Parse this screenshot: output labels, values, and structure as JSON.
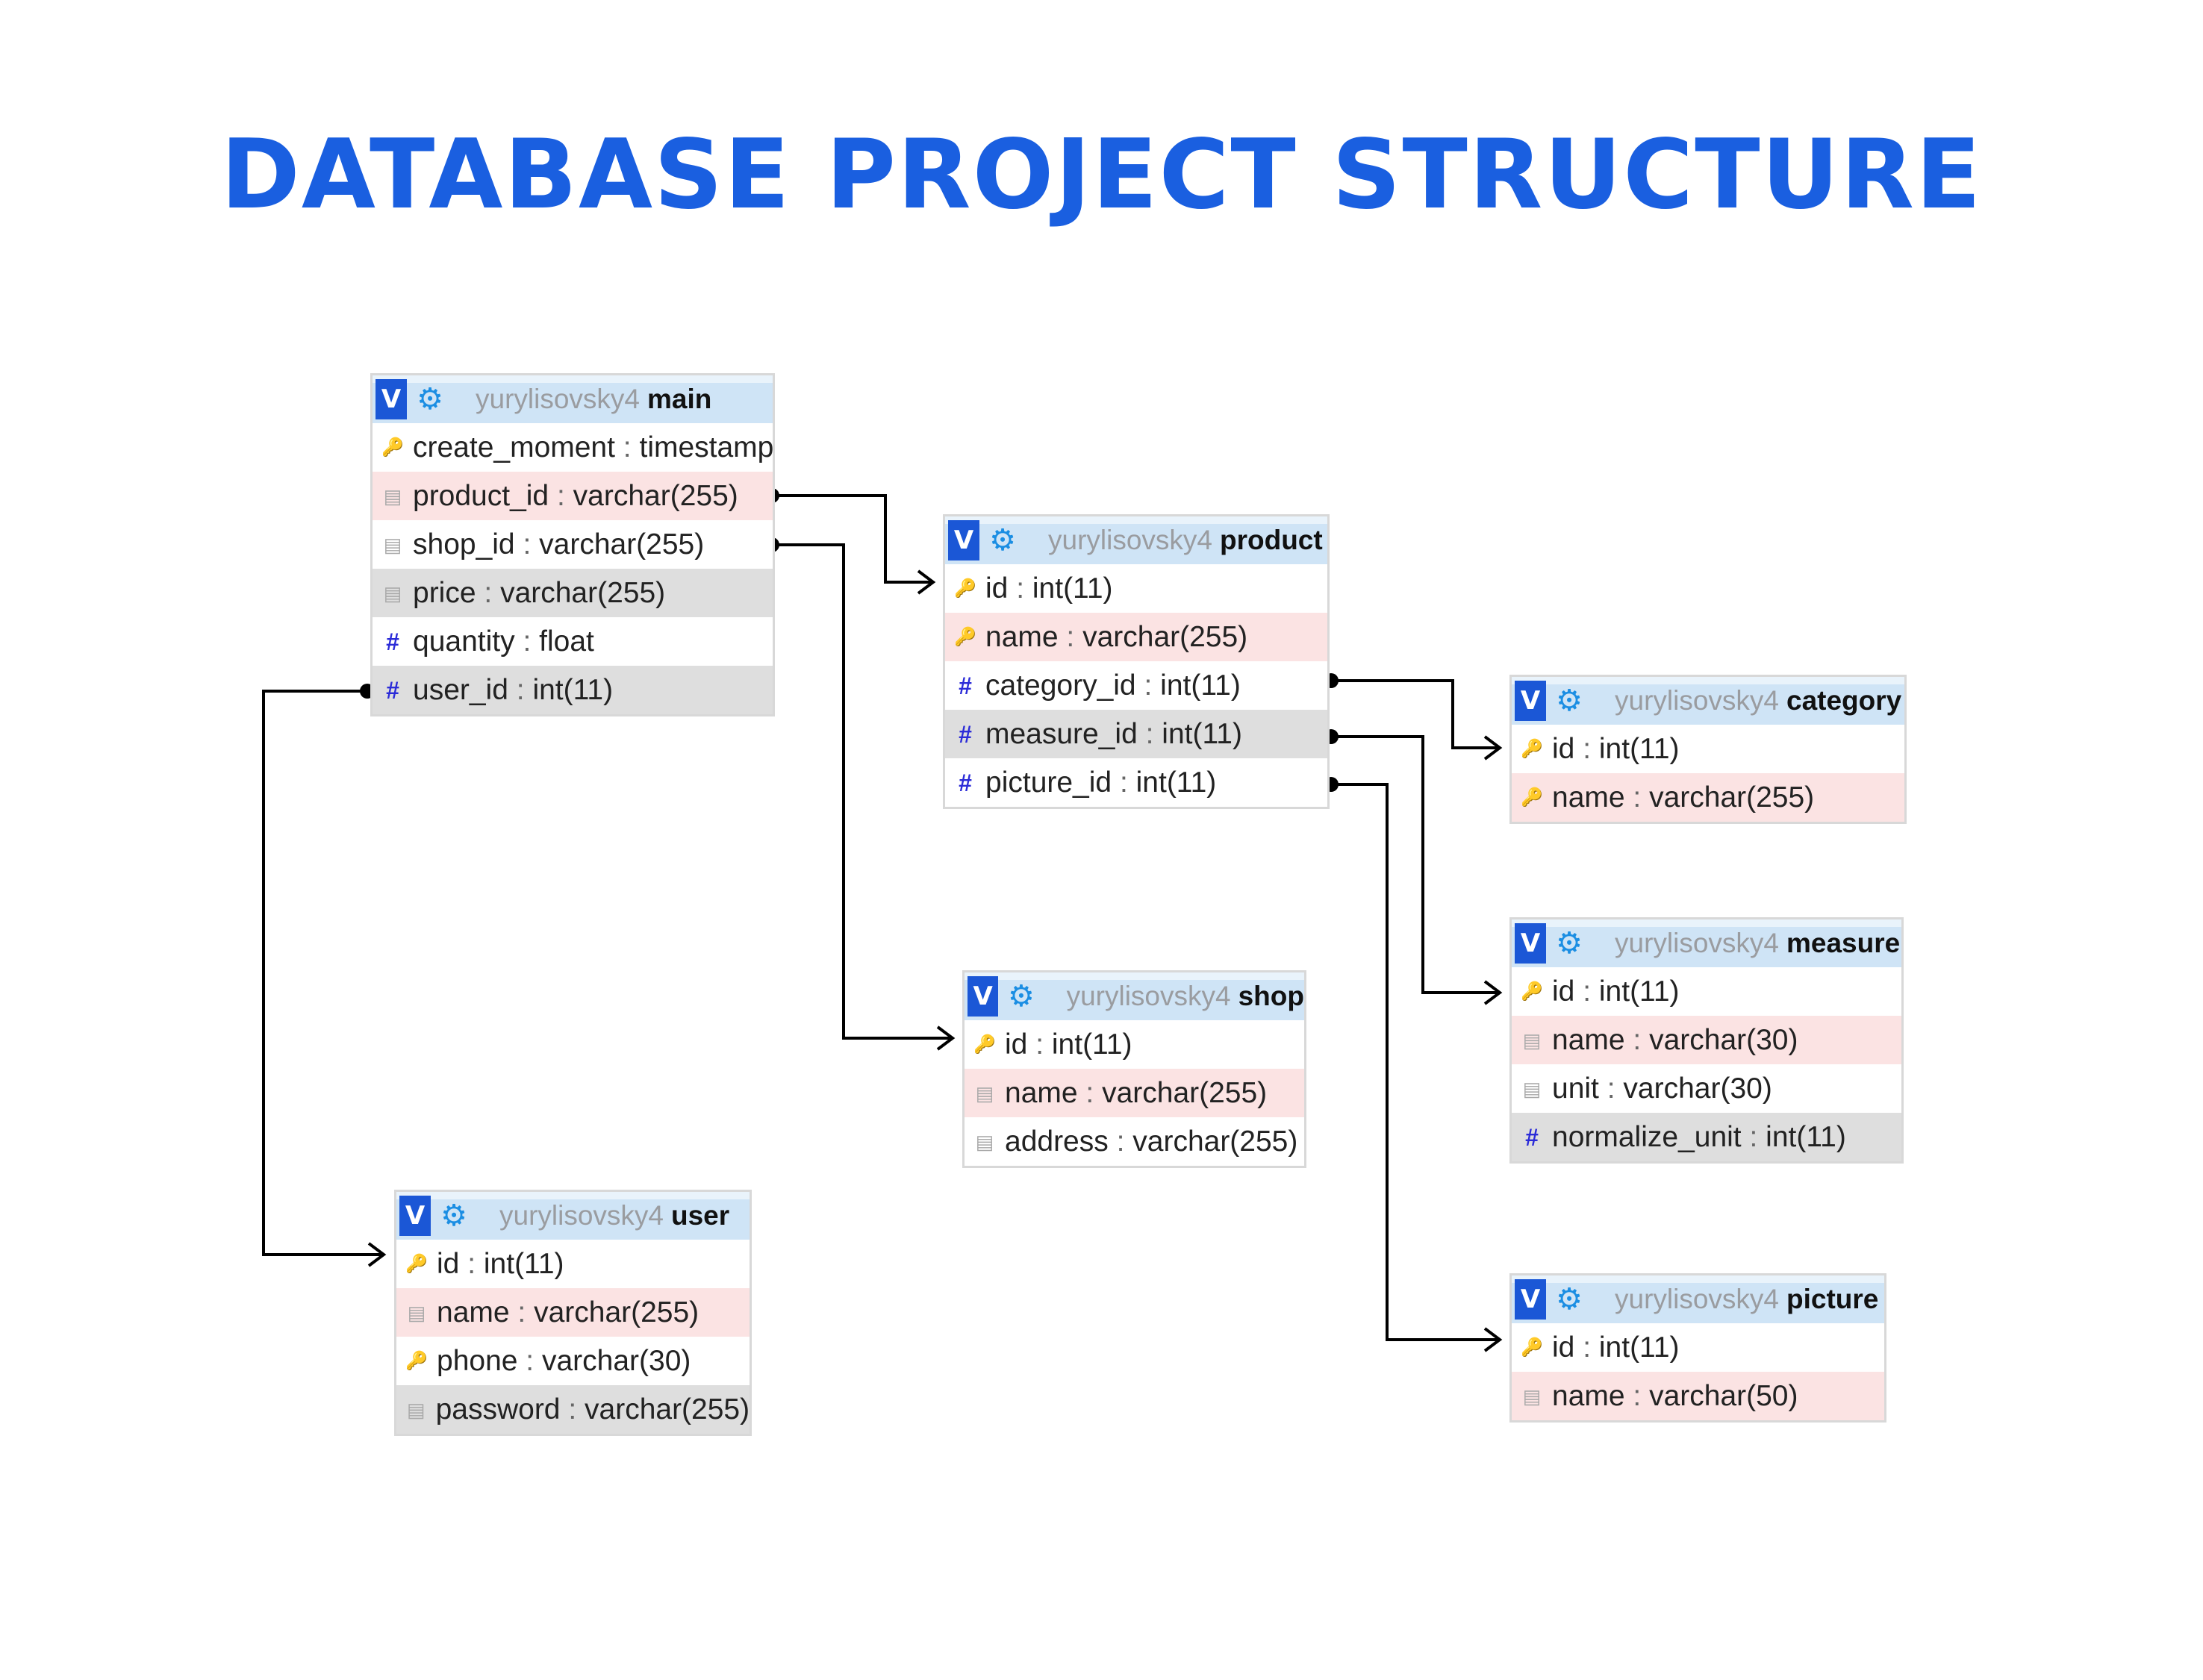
{
  "title": "DATABASE PROJECT STRUCTURE",
  "colors": {
    "title": "#1a5fe0",
    "header_bg": "#cfe4f6",
    "badge_bg": "#1b57d6",
    "row_pink": "#fbe3e3",
    "row_grey": "#dedede",
    "row_white": "#ffffff",
    "connector": "#000000"
  },
  "tables": {
    "main": {
      "db": "yurylisovsky4",
      "badge": "V",
      "icon": "gear-icon",
      "name": "main",
      "columns": [
        {
          "name": "create_moment",
          "type": "timestamp",
          "icon": "key-icon",
          "shade": "white"
        },
        {
          "name": "product_id",
          "type": "varchar(255)",
          "icon": "text-icon",
          "shade": "pink"
        },
        {
          "name": "shop_id",
          "type": "varchar(255)",
          "icon": "text-icon",
          "shade": "white"
        },
        {
          "name": "price",
          "type": "varchar(255)",
          "icon": "text-icon",
          "shade": "grey"
        },
        {
          "name": "quantity",
          "type": "float",
          "icon": "hash-icon",
          "shade": "white"
        },
        {
          "name": "user_id",
          "type": "int(11)",
          "icon": "hash-icon",
          "shade": "grey"
        }
      ]
    },
    "product": {
      "db": "yurylisovsky4",
      "badge": "V",
      "icon": "gear-icon",
      "name": "product",
      "columns": [
        {
          "name": "id",
          "type": "int(11)",
          "icon": "key-icon",
          "shade": "white"
        },
        {
          "name": "name",
          "type": "varchar(255)",
          "icon": "key-icon",
          "shade": "pink"
        },
        {
          "name": "category_id",
          "type": "int(11)",
          "icon": "hash-icon",
          "shade": "white"
        },
        {
          "name": "measure_id",
          "type": "int(11)",
          "icon": "hash-icon",
          "shade": "grey"
        },
        {
          "name": "picture_id",
          "type": "int(11)",
          "icon": "hash-icon",
          "shade": "white"
        }
      ]
    },
    "category": {
      "db": "yurylisovsky4",
      "badge": "V",
      "icon": "gear-icon",
      "name": "category",
      "columns": [
        {
          "name": "id",
          "type": "int(11)",
          "icon": "key-icon",
          "shade": "white"
        },
        {
          "name": "name",
          "type": "varchar(255)",
          "icon": "key-icon",
          "shade": "pink"
        }
      ]
    },
    "measure": {
      "db": "yurylisovsky4",
      "badge": "V",
      "icon": "gear-icon",
      "name": "measure",
      "columns": [
        {
          "name": "id",
          "type": "int(11)",
          "icon": "key-icon",
          "shade": "white"
        },
        {
          "name": "name",
          "type": "varchar(30)",
          "icon": "text-icon",
          "shade": "pink"
        },
        {
          "name": "unit",
          "type": "varchar(30)",
          "icon": "text-icon",
          "shade": "white"
        },
        {
          "name": "normalize_unit",
          "type": "int(11)",
          "icon": "hash-icon",
          "shade": "grey"
        }
      ]
    },
    "shop": {
      "db": "yurylisovsky4",
      "badge": "V",
      "icon": "gear-icon",
      "name": "shop",
      "columns": [
        {
          "name": "id",
          "type": "int(11)",
          "icon": "key-icon",
          "shade": "white"
        },
        {
          "name": "name",
          "type": "varchar(255)",
          "icon": "text-icon",
          "shade": "pink"
        },
        {
          "name": "address",
          "type": "varchar(255)",
          "icon": "text-icon",
          "shade": "white"
        }
      ]
    },
    "user": {
      "db": "yurylisovsky4",
      "badge": "V",
      "icon": "gear-icon",
      "name": "user",
      "columns": [
        {
          "name": "id",
          "type": "int(11)",
          "icon": "key-icon",
          "shade": "white"
        },
        {
          "name": "name",
          "type": "varchar(255)",
          "icon": "text-icon",
          "shade": "pink"
        },
        {
          "name": "phone",
          "type": "varchar(30)",
          "icon": "key-icon",
          "shade": "white"
        },
        {
          "name": "password",
          "type": "varchar(255)",
          "icon": "text-icon",
          "shade": "grey"
        }
      ]
    },
    "picture": {
      "db": "yurylisovsky4",
      "badge": "V",
      "icon": "gear-icon",
      "name": "picture",
      "columns": [
        {
          "name": "id",
          "type": "int(11)",
          "icon": "key-icon",
          "shade": "white"
        },
        {
          "name": "name",
          "type": "varchar(50)",
          "icon": "text-icon",
          "shade": "pink"
        }
      ]
    }
  },
  "relations": [
    {
      "from": "main.product_id",
      "to": "product.id"
    },
    {
      "from": "main.shop_id",
      "to": "shop.id"
    },
    {
      "from": "main.user_id",
      "to": "user.id"
    },
    {
      "from": "product.category_id",
      "to": "category.id"
    },
    {
      "from": "product.measure_id",
      "to": "measure.id"
    },
    {
      "from": "product.picture_id",
      "to": "picture.id"
    }
  ]
}
